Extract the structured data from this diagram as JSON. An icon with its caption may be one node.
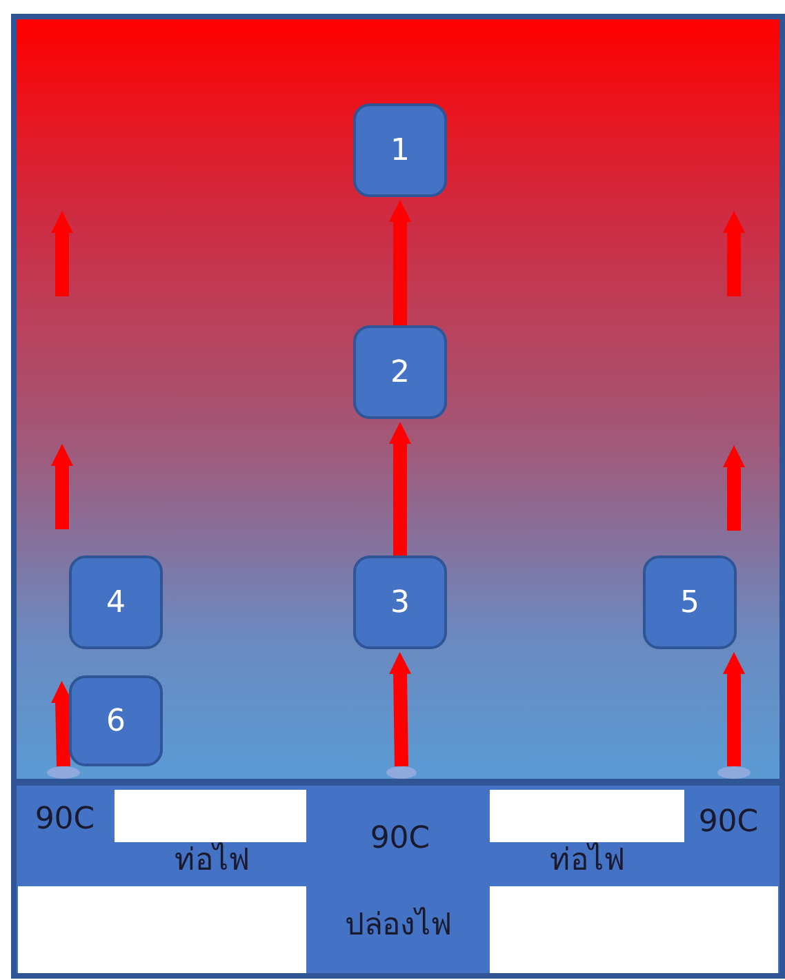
{
  "diagram": {
    "nodes": [
      {
        "text": [
          "1"
        ]
      },
      {
        "text": [
          "2"
        ]
      },
      {
        "text": [
          "3"
        ]
      },
      {
        "text": [
          "4"
        ]
      },
      {
        "text": [
          "5"
        ]
      },
      {
        "text": [
          "6"
        ]
      },
      {
        "text": [],
        "shape": "cylinder"
      },
      {
        "text": [],
        "shape": "cylinder"
      },
      {
        "text": [],
        "shape": "cylinder"
      }
    ],
    "edges": [
      {
        "from": 7,
        "to": 2,
        "arrow": "to"
      },
      {
        "from": 2,
        "to": 1,
        "arrow": "to"
      },
      {
        "from": 1,
        "to": 0,
        "arrow": "to"
      },
      {
        "from": 6,
        "to": 5,
        "arrow": "to"
      },
      {
        "from": 8,
        "to": 4,
        "arrow": "to"
      }
    ],
    "labels": [
      "90C",
      "ท่อไฟ",
      "90C",
      "ท่อไฟ",
      "90C",
      "ปล่องไฟ"
    ]
  }
}
